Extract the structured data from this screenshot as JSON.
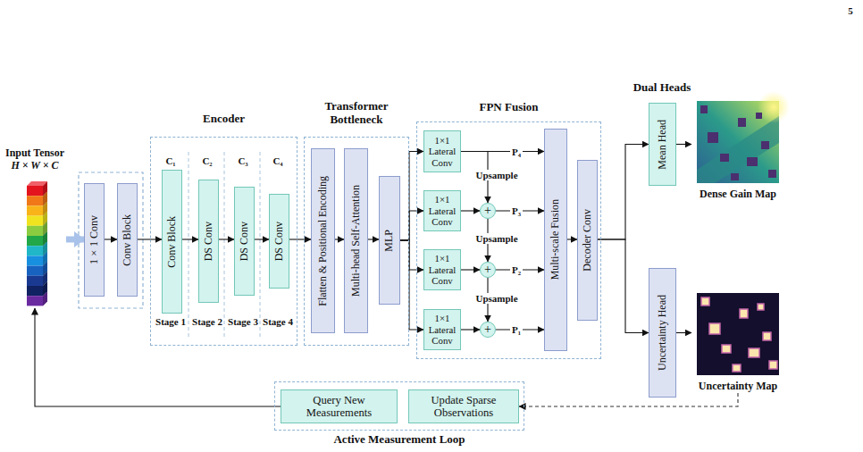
{
  "diagram": {
    "nodes": [
      {
        "text": [
          "Input Tensor",
          "H × W × C"
        ]
      },
      {
        "text": [
          "1×1 Conv"
        ]
      },
      {
        "text": [
          "Conv Block"
        ]
      },
      {
        "text": [
          "Encoder"
        ]
      },
      {
        "text": [
          "Conv Block"
        ],
        "in": 3
      },
      {
        "text": [
          "DS Conv"
        ],
        "in": 3
      },
      {
        "text": [
          "DS Conv"
        ],
        "in": 3
      },
      {
        "text": [
          "DS Conv"
        ],
        "in": 3
      },
      {
        "text": [
          "Transformer Bottleneck"
        ]
      },
      {
        "text": [
          "Flatten & Positional Encoding"
        ],
        "in": 8
      },
      {
        "text": [
          "Multi-head Self-Attention"
        ],
        "in": 8
      },
      {
        "text": [
          "MLP"
        ],
        "in": 8
      },
      {
        "text": [
          "FPN Fusion"
        ]
      },
      {
        "text": [
          "1×1 Lateral Conv"
        ],
        "in": 12
      },
      {
        "text": [
          "1×1 Lateral Conv"
        ],
        "in": 12
      },
      {
        "text": [
          "1×1 Lateral Conv"
        ],
        "in": 12
      },
      {
        "text": [
          "1×1 Lateral Conv"
        ],
        "in": 12
      },
      {
        "text": [
          "+"
        ],
        "in": 12
      },
      {
        "text": [
          "+"
        ],
        "in": 12
      },
      {
        "text": [
          "+"
        ],
        "in": 12
      },
      {
        "text": [
          "Multi-scale Fusion"
        ],
        "in": 12
      },
      {
        "text": [
          "Decoder Conv"
        ],
        "in": 12
      },
      {
        "text": [
          "Mean Head"
        ]
      },
      {
        "text": [
          "Dense Gain Map"
        ]
      },
      {
        "text": [
          "Uncertainty Head"
        ]
      },
      {
        "text": [
          "Uncertainty Map"
        ]
      },
      {
        "text": [
          "Active Measurement Loop"
        ]
      },
      {
        "text": [
          "Query New Measurements"
        ],
        "in": 26
      },
      {
        "text": [
          "Update Sparse Observations"
        ],
        "in": 26
      }
    ],
    "edges": [
      {
        "from": 0,
        "to": 1,
        "arrow": "to"
      },
      {
        "from": 1,
        "to": 2,
        "arrow": "to"
      },
      {
        "from": 2,
        "to": 4,
        "arrow": "to"
      },
      {
        "from": 4,
        "to": 5,
        "arrow": "to"
      },
      {
        "from": 5,
        "to": 6,
        "arrow": "to"
      },
      {
        "from": 6,
        "to": 7,
        "arrow": "to"
      },
      {
        "from": 7,
        "to": 9,
        "arrow": "to"
      },
      {
        "from": 9,
        "to": 10,
        "arrow": "to"
      },
      {
        "from": 10,
        "to": 11,
        "arrow": "to"
      },
      {
        "from": 11,
        "to": 13,
        "arrow": "to"
      },
      {
        "from": 11,
        "to": 14,
        "arrow": "to"
      },
      {
        "from": 11,
        "to": 15,
        "arrow": "to"
      },
      {
        "from": 11,
        "to": 16,
        "arrow": "to"
      },
      {
        "from": 13,
        "to": 20,
        "label": "P₄",
        "arrow": "to"
      },
      {
        "from": 13,
        "to": 17,
        "label": "Upsample",
        "arrow": "to"
      },
      {
        "from": 14,
        "to": 17,
        "arrow": "to"
      },
      {
        "from": 17,
        "to": 20,
        "label": "P₃",
        "arrow": "to"
      },
      {
        "from": 17,
        "to": 18,
        "label": "Upsample",
        "arrow": "to"
      },
      {
        "from": 15,
        "to": 18,
        "arrow": "to"
      },
      {
        "from": 18,
        "to": 20,
        "label": "P₂",
        "arrow": "to"
      },
      {
        "from": 18,
        "to": 19,
        "label": "Upsample",
        "arrow": "to"
      },
      {
        "from": 16,
        "to": 19,
        "arrow": "to"
      },
      {
        "from": 19,
        "to": 20,
        "label": "P₁",
        "arrow": "to"
      },
      {
        "from": 20,
        "to": 21,
        "arrow": "to"
      },
      {
        "from": 21,
        "to": 22,
        "arrow": "to"
      },
      {
        "from": 21,
        "to": 24,
        "arrow": "to"
      },
      {
        "from": 22,
        "to": 23,
        "arrow": "to"
      },
      {
        "from": 24,
        "to": 25,
        "arrow": "to"
      },
      {
        "from": 25,
        "to": 28,
        "arrow": "to"
      },
      {
        "from": 27,
        "to": 0,
        "arrow": "to"
      }
    ],
    "labels": [
      "5",
      "C₁",
      "C₂",
      "C₃",
      "C₄",
      "Stage 1",
      "Stage 2",
      "Stage 3",
      "Stage 4",
      "Dual Heads"
    ]
  }
}
